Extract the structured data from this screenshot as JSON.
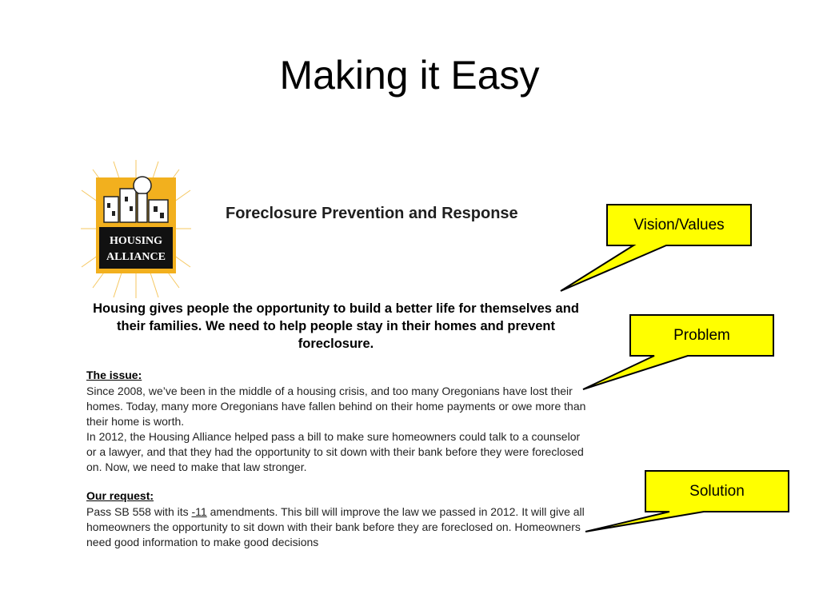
{
  "slide": {
    "title": "Making it Easy"
  },
  "logo": {
    "line1": "HOUSING",
    "line2": "ALLIANCE",
    "brand_color": "#F2B01E"
  },
  "document": {
    "title": "Foreclosure Prevention and Response",
    "vision": "Housing gives people the opportunity to build a better life for themselves and their families. We need to help people stay in their homes and prevent foreclosure.",
    "issue_heading": "The issue:",
    "issue_p1": "Since 2008, we’ve been in the middle of a housing crisis, and too many Oregonians have lost their homes.  Today, many more Oregonians have fallen behind on their home payments or owe more than their home is worth.",
    "issue_p2": "In 2012, the Housing Alliance helped pass a bill to make sure homeowners could talk to a counselor or a lawyer, and that they had the opportunity to sit down with their bank before they were foreclosed on. Now, we need to make that law stronger.",
    "request_heading": "Our request:",
    "request_pre": "Pass SB 558 with its ",
    "request_amend": "-11",
    "request_post": " amendments. This bill will improve the law we passed in 2012. It will give all homeowners the opportunity to sit down with their bank before they are foreclosed on. Homeowners need good information to make good decisions"
  },
  "callouts": {
    "vision": "Vision/Values",
    "problem": "Problem",
    "solution": "Solution",
    "fill_color": "#FFFF00"
  }
}
